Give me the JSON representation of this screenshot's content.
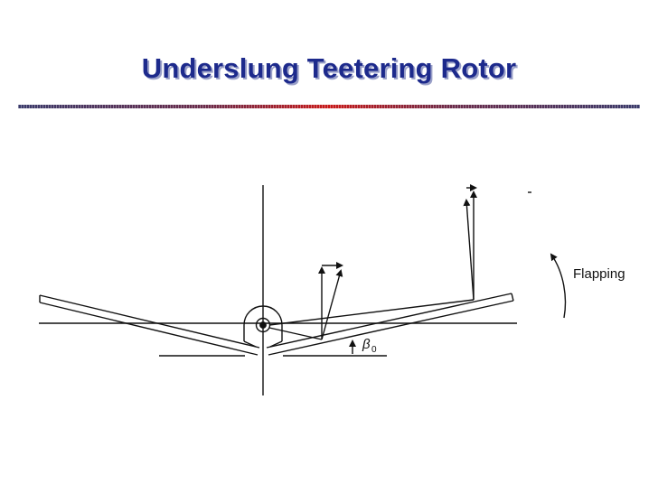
{
  "slide": {
    "title": "Underslung Teetering Rotor"
  },
  "diagram": {
    "flapping_label": "Flapping",
    "angle_label": "β",
    "angle_subscript": "0"
  },
  "colors": {
    "title": "#1d2a8c",
    "title_shadow": "#9aa0c8",
    "rule_accent": "#c81818",
    "line": "#111111"
  }
}
